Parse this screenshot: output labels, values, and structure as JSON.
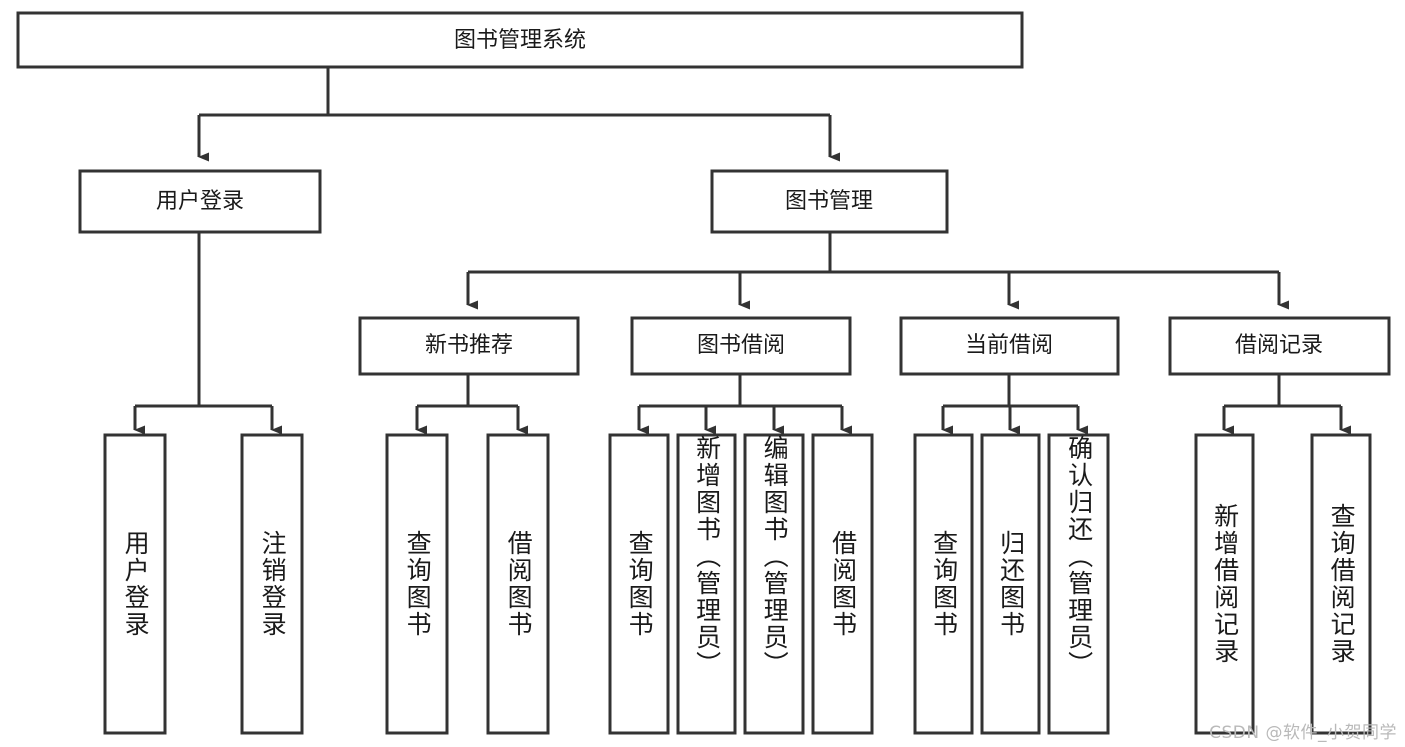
{
  "diagram": {
    "type": "tree",
    "title": "图书管理系统",
    "watermark": "CSDN @软件_小贺同学",
    "root": {
      "label": "图书管理系统"
    },
    "level2": [
      {
        "label": "用户登录"
      },
      {
        "label": "图书管理"
      }
    ],
    "level3": [
      {
        "label": "新书推荐"
      },
      {
        "label": "图书借阅"
      },
      {
        "label": "当前借阅"
      },
      {
        "label": "借阅记录"
      }
    ],
    "leaves": {
      "user_login": [
        {
          "label": "用户登录"
        },
        {
          "label": "注销登录"
        }
      ],
      "new_book": [
        {
          "label": "查询图书"
        },
        {
          "label": "借阅图书"
        }
      ],
      "borrow_book": [
        {
          "label": "查询图书"
        },
        {
          "label": "新增图书（管理员）"
        },
        {
          "label": "编辑图书（管理员）"
        },
        {
          "label": "借阅图书"
        }
      ],
      "current_borrow": [
        {
          "label": "查询图书"
        },
        {
          "label": "归还图书"
        },
        {
          "label": "确认归还（管理员）"
        }
      ],
      "borrow_record": [
        {
          "label": "新增借阅记录"
        },
        {
          "label": "查询借阅记录"
        }
      ]
    },
    "colors": {
      "stroke": "#333333",
      "fill": "#ffffff",
      "text": "#1a1a1a",
      "watermark": "#b9b9b9"
    }
  }
}
